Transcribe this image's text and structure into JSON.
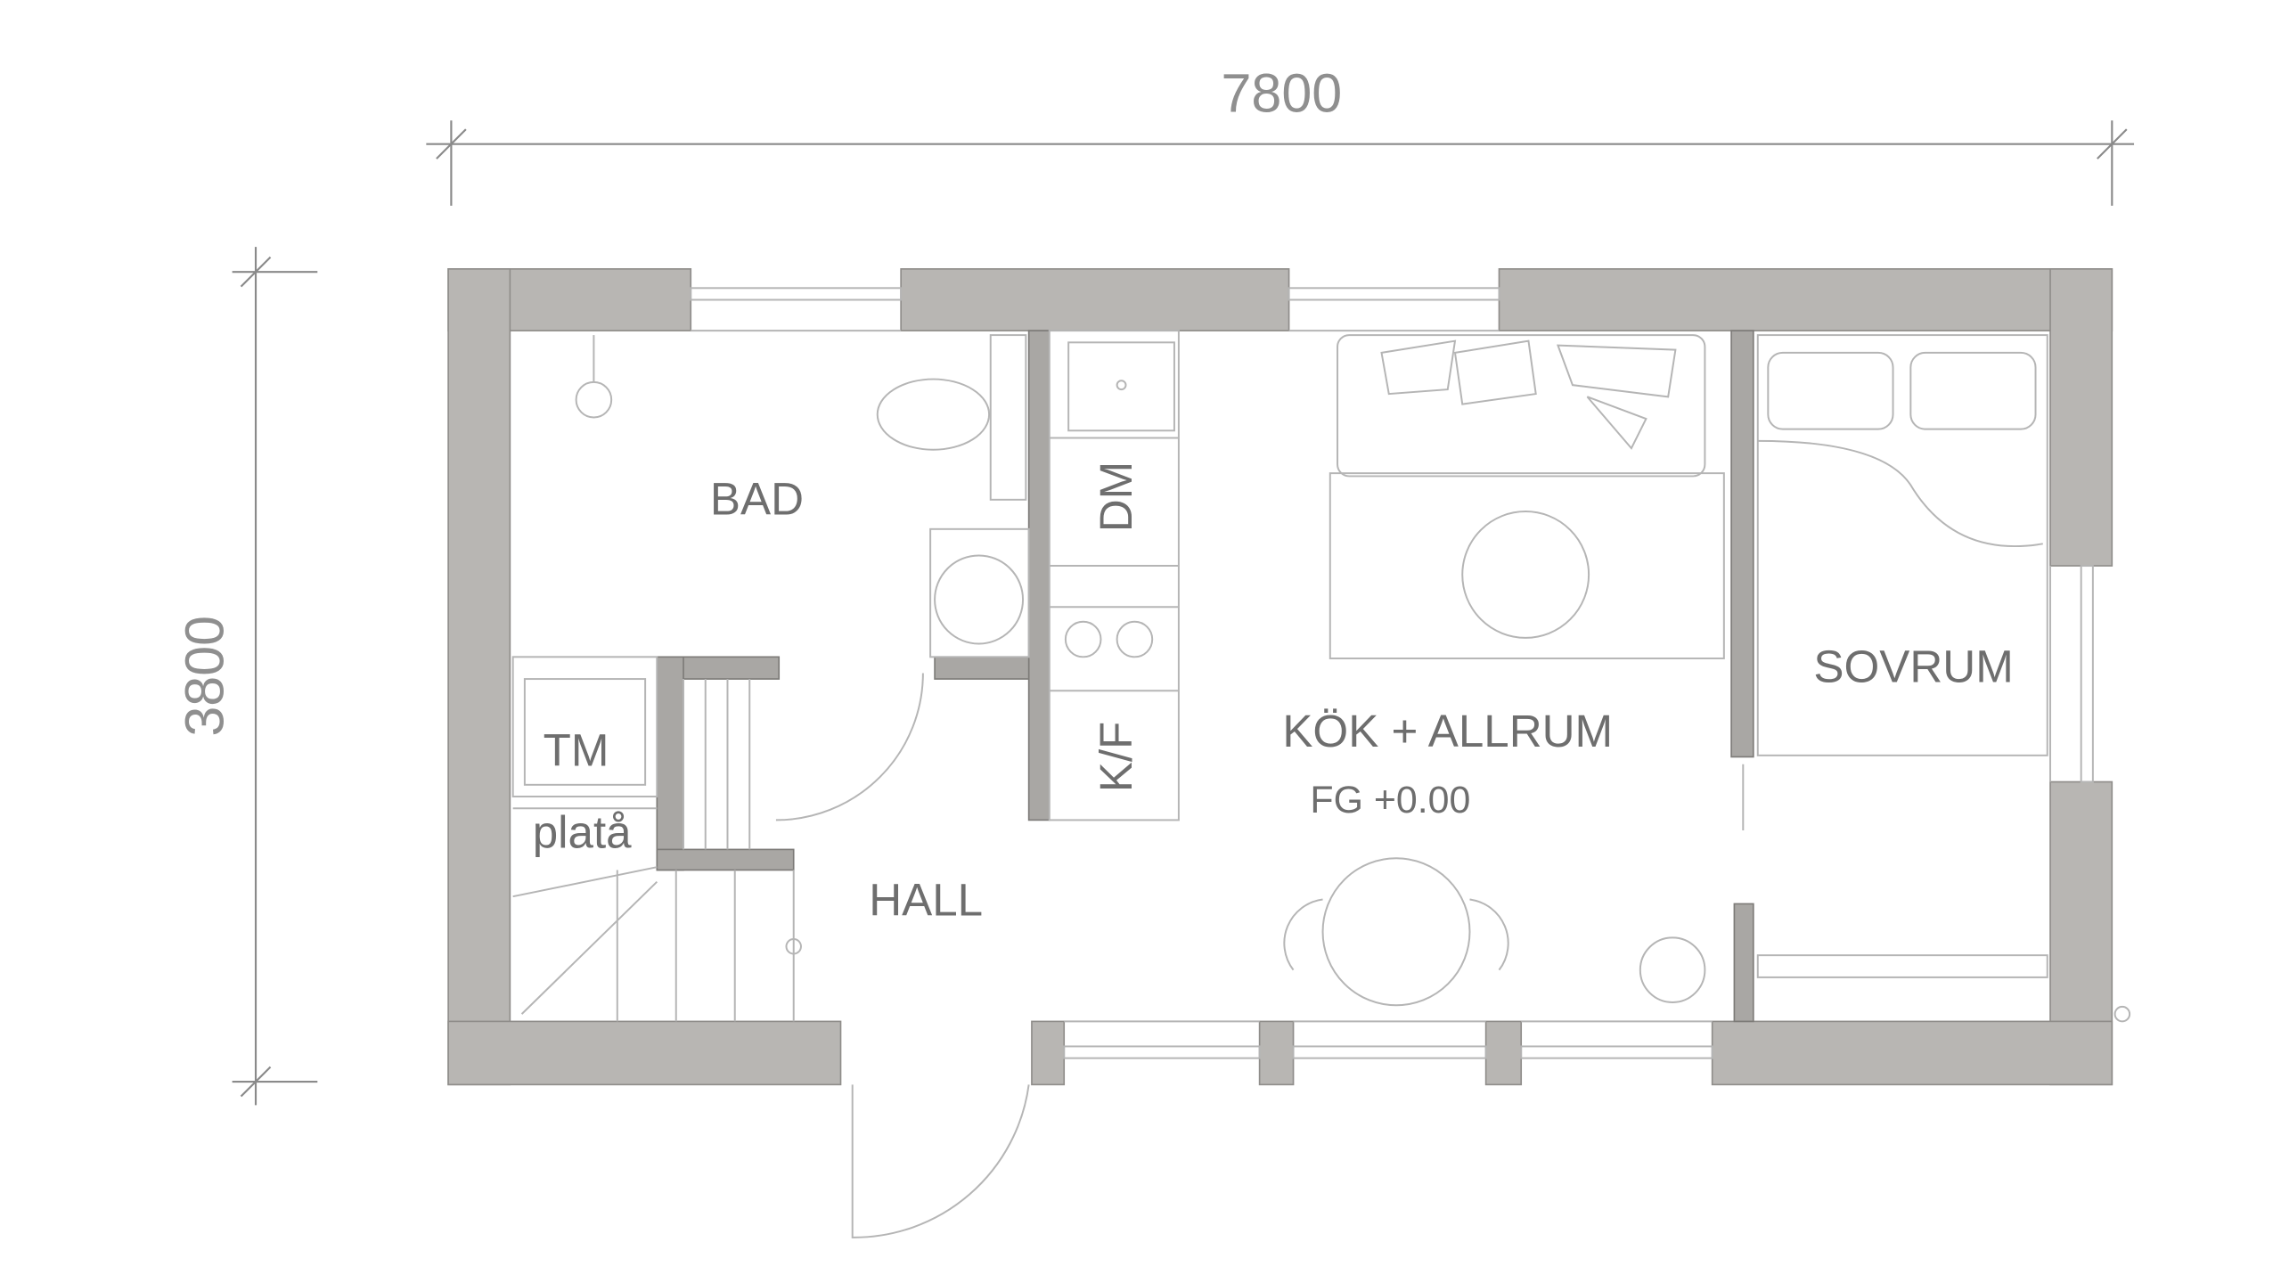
{
  "dimensions": {
    "width": "7800",
    "height": "3800"
  },
  "rooms": {
    "bad": "BAD",
    "tm": "TM",
    "plata": "platå",
    "hall": "HALL",
    "kok": "KÖK + ALLRUM",
    "floor_level": "FG +0.00",
    "sovrum": "SOVRUM",
    "dm": "DM",
    "kf": "K/F"
  },
  "colors": {
    "wall": "#b8b6b3",
    "text": "#6e6e6e",
    "line": "#b5b5b5"
  }
}
